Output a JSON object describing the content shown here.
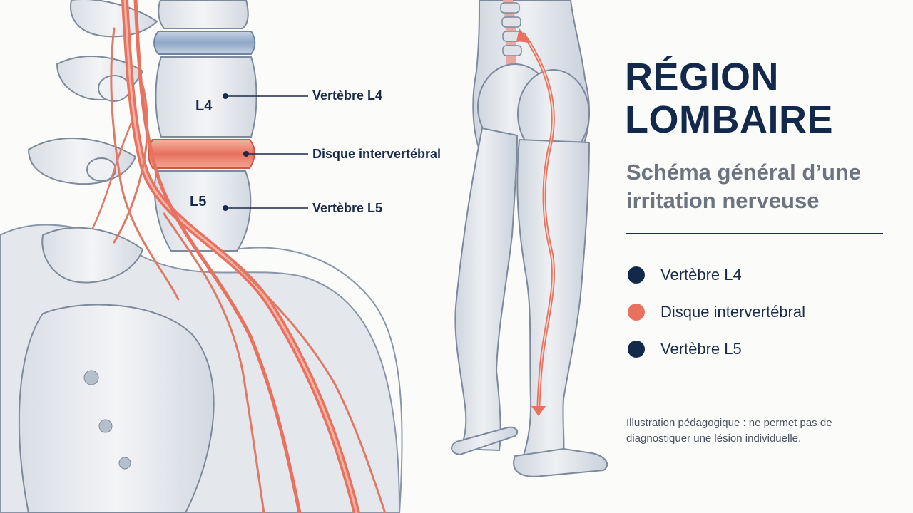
{
  "title": {
    "line1": "RÉGION",
    "line2": "LOMBAIRE"
  },
  "subtitle": "Schéma général d’une irritation nerveuse",
  "callouts": {
    "l4": "Vertèbre L4",
    "disc": "Disque intervertébral",
    "l5": "Vertèbre L5"
  },
  "vertebra_labels": {
    "l4": "L4",
    "l5": "L5"
  },
  "legend": [
    {
      "label": "Vertèbre L4",
      "color": "#13294b"
    },
    {
      "label": "Disque intervertébral",
      "color": "#e8715f"
    },
    {
      "label": "Vertèbre L5",
      "color": "#13294b"
    }
  ],
  "disclaimer": "Illustration pédagogique : ne permet pas de diagnostiquer une lésion individuelle.",
  "colors": {
    "navy": "#13294b",
    "nerve": "#e8715f",
    "bone": "#e8ebee",
    "outline": "#7d8a9c",
    "disc_blue": "#a9bcd6"
  }
}
